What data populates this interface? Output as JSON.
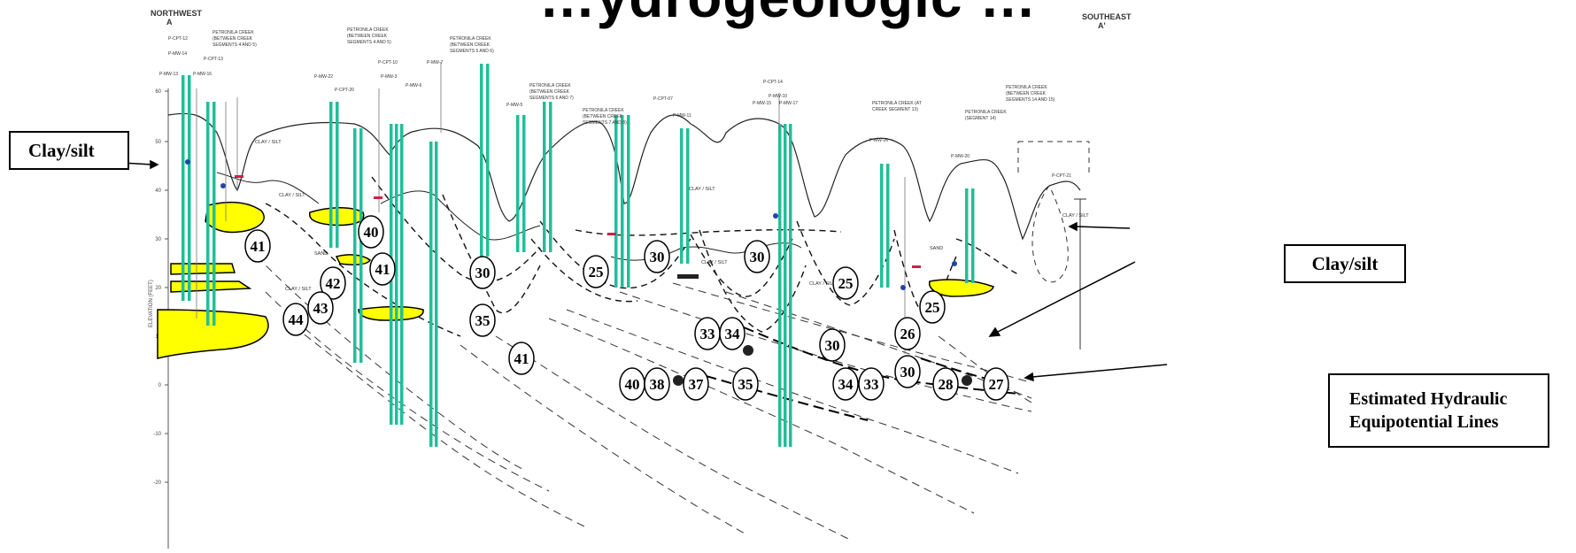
{
  "header": {
    "title": "…ydrogeologic …",
    "northwest": "NORTHWEST",
    "northwest_letter": "A",
    "southeast": "SOUTHEAST",
    "southeast_letter": "A'"
  },
  "callouts": {
    "clay_silt_left": "Clay/silt",
    "clay_silt_right": "Clay/silt",
    "equipotential_line1": "Estimated Hydraulic",
    "equipotential_line2": "Equipotential Lines"
  },
  "equipotential_labels": [
    "41",
    "40",
    "41",
    "42",
    "43",
    "44",
    "30",
    "35",
    "41",
    "25",
    "30",
    "30",
    "33",
    "34",
    "35",
    "40",
    "38",
    "37",
    "25",
    "30",
    "34",
    "33",
    "26",
    "25",
    "30",
    "28",
    "27"
  ],
  "well_labels": [
    "P-CPT-12",
    "P-MW-14",
    "P-MW-13",
    "P-MW-16",
    "P-CPT-13",
    "P-MW-22",
    "P-CPT-20",
    "P-MW-3",
    "P-CPT-10",
    "P-MW-7",
    "P-MW-6",
    "P-MW-5",
    "P-CPT-07",
    "P-MW-11",
    "P-CPT-14",
    "P-MW-10",
    "P-MW-15",
    "P-MW-17",
    "P-MW-26",
    "P-MW-20",
    "P-CPT-21"
  ],
  "creek_labels": [
    "PETRONILA CREEK (BETWEEN CREEK SEGMENTS 4 AND 5)",
    "PETRONILA CREEK (BETWEEN CREEK SEGMENTS 4 AND 5)",
    "PETRONILA CREEK (BETWEEN CREEK SEGMENTS 5 AND 6)",
    "PETRONILA CREEK (BETWEEN CREEK SEGMENTS 6 AND 7)",
    "PETRONILA CREEK (BETWEEN CREEK SEGMENTS 7 AND 8)",
    "PETRONILA CREEK (AT CREEK SEGMENT 13)",
    "PETRONILA CREEK (SEGMENT 14)",
    "PETRONILA CREEK (BETWEEN CREEK SEGMENTS 14 AND 15)"
  ],
  "soil_labels": [
    "CLAY / SILT",
    "CLAY / SILT",
    "CLAY / SILT",
    "SAND",
    "CLAY / SILT",
    "CLAY / SILT",
    "CLAY / SILT",
    "SAND",
    "CLAY / SILT"
  ],
  "y_axis_label": "ELEVATION (FEET)",
  "y_ticks": [
    "60",
    "50",
    "40",
    "30",
    "20",
    "10",
    "0",
    "-10",
    "-20"
  ],
  "colors": {
    "sand_fill": "#ffff00",
    "screen_green": "#1fbf9a",
    "line": "#222222",
    "label_red": "#cc2244",
    "well_blue": "#2244aa"
  }
}
